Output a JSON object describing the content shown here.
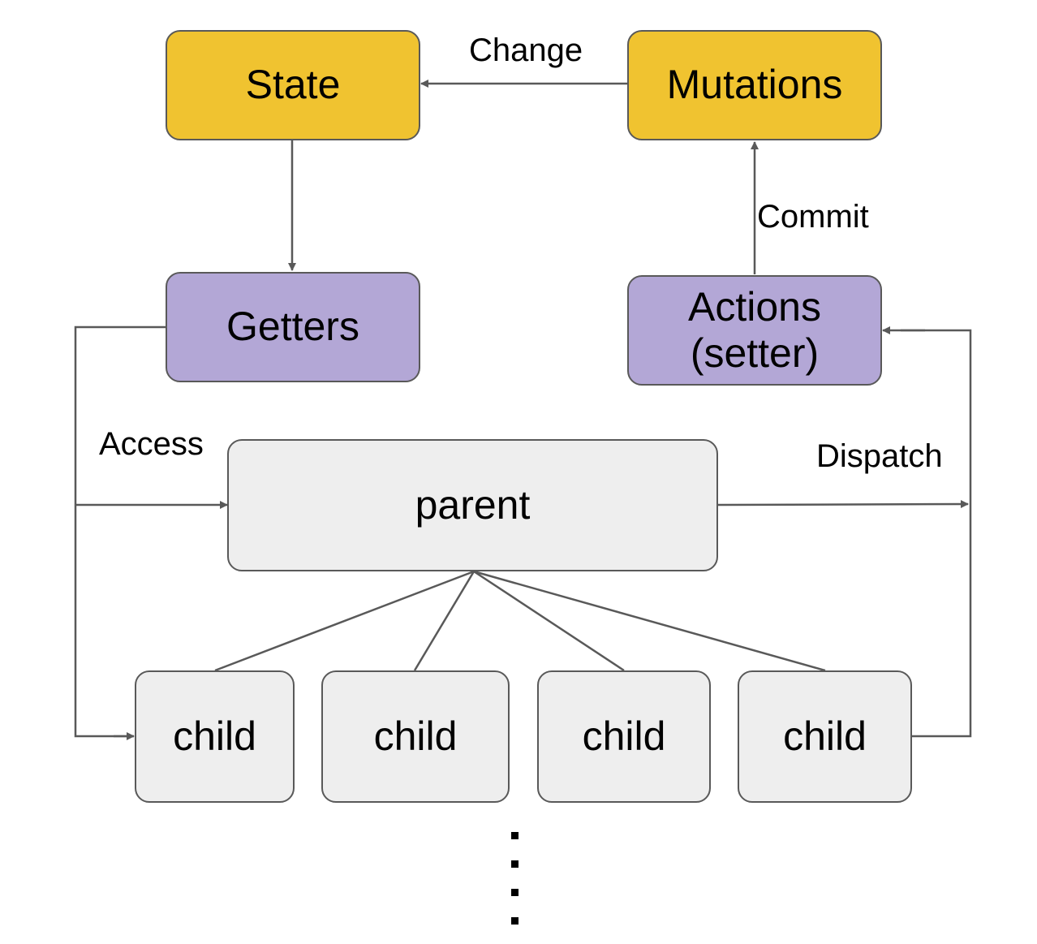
{
  "nodes": {
    "state": "State",
    "mutations": "Mutations",
    "getters": "Getters",
    "actions_line1": "Actions",
    "actions_line2": "(setter)",
    "parent": "parent",
    "child": "child"
  },
  "edges": {
    "change": "Change",
    "commit": "Commit",
    "access": "Access",
    "dispatch": "Dispatch"
  },
  "colors": {
    "store_core": "#f0c330",
    "store_interface": "#b3a7d6",
    "component": "#eeeeee",
    "stroke": "#595959"
  }
}
